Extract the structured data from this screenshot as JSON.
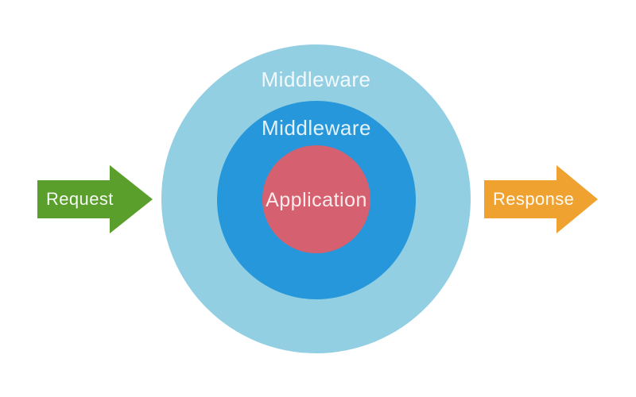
{
  "diagram": {
    "background_color": "#ffffff",
    "rings": [
      {
        "label": "Middleware",
        "color": "#93cfe3"
      },
      {
        "label": "Middleware",
        "color": "#2697da"
      },
      {
        "label": "Application",
        "color": "#d5606f"
      }
    ],
    "arrows": {
      "request": {
        "label": "Request",
        "color": "#5a9e2b",
        "direction": "right"
      },
      "response": {
        "label": "Response",
        "color": "#efa22f",
        "direction": "right"
      }
    },
    "label_color": "#ffffff"
  }
}
